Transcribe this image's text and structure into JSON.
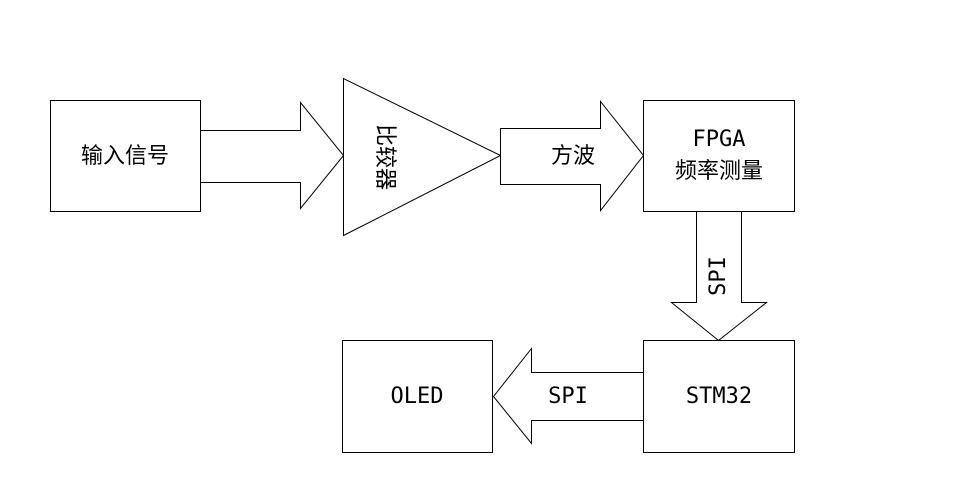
{
  "diagram": {
    "nodes": {
      "input_signal": "输入信号",
      "comparator": "比较器",
      "fpga_line1": "FPGA",
      "fpga_line2": "频率测量",
      "stm32": "STM32",
      "oled": "OLED"
    },
    "edges": {
      "square_wave": "方波",
      "spi_fpga_stm32": "SPI",
      "spi_stm32_oled": "SPI"
    },
    "colors": {
      "stroke": "#000000",
      "fill": "#ffffff"
    }
  }
}
